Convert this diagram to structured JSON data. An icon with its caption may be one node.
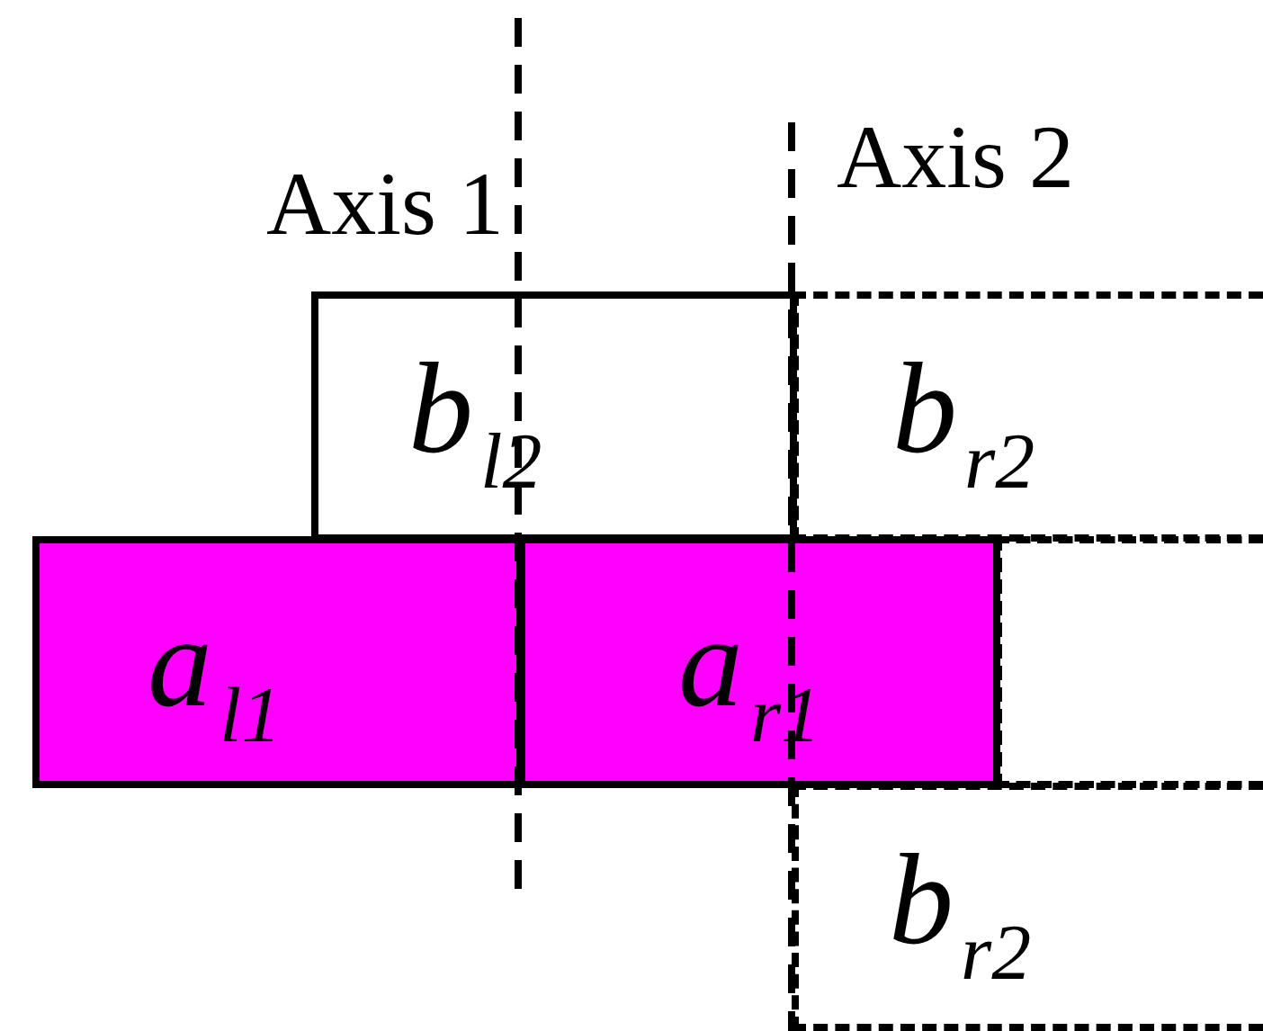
{
  "diagram": {
    "nodes": [
      {
        "text": [
          "*b*$_{l2}$"
        ]
      },
      {
        "text": [
          "*b*$_{r2}$"
        ]
      },
      {
        "text": [
          "*a*$_{l1}$"
        ]
      },
      {
        "text": [
          "*a*$_{r1}$"
        ]
      },
      {
        "text": [],
        "shape": "box"
      },
      {
        "text": [
          "*b*$_{r2}$"
        ]
      }
    ],
    "edges": [],
    "labels": [
      "Axis 1",
      "Axis 2"
    ]
  }
}
